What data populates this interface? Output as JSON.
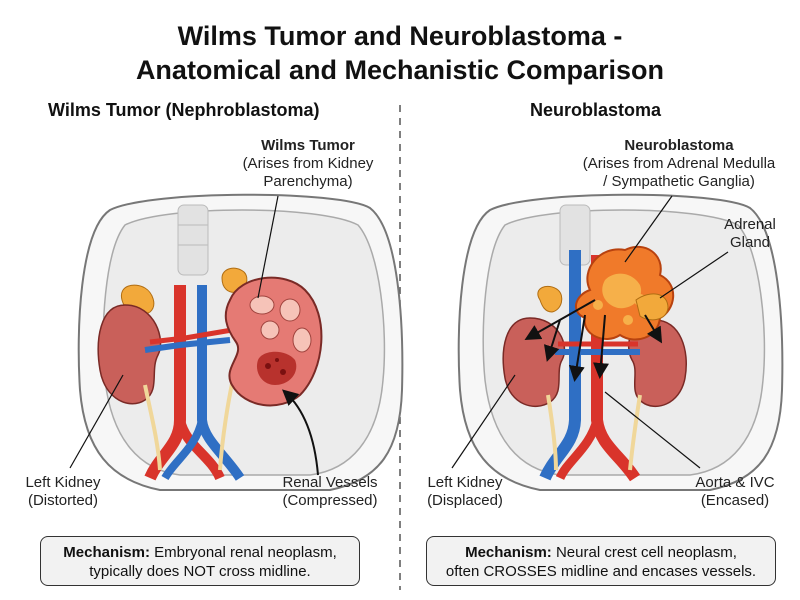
{
  "title_line1": "Wilms Tumor and Neuroblastoma -",
  "title_line2": "Anatomical and Mechanistic Comparison",
  "left": {
    "heading": "Wilms Tumor (Nephroblastoma)",
    "tumor_label": "Wilms Tumor",
    "tumor_origin_1": "(Arises from Kidney",
    "tumor_origin_2": "Parenchyma)",
    "kidney_label_1": "Left Kidney",
    "kidney_label_2": "(Distorted)",
    "vessels_label_1": "Renal Vessels",
    "vessels_label_2": "(Compressed)",
    "mechanism_label": "Mechanism:",
    "mechanism_text_1": "Embryonal renal neoplasm,",
    "mechanism_text_2": "typically does NOT cross midline."
  },
  "right": {
    "heading": "Neuroblastoma",
    "tumor_label": "Neuroblastoma",
    "tumor_origin_1": "(Arises from Adrenal Medulla",
    "tumor_origin_2": "/ Sympathetic Ganglia)",
    "adrenal_label_1": "Adrenal",
    "adrenal_label_2": "Gland",
    "kidney_label_1": "Left Kidney",
    "kidney_label_2": "(Displaced)",
    "vessels_label_1": "Aorta & IVC",
    "vessels_label_2": "(Encased)",
    "mechanism_label": "Mechanism:",
    "mechanism_text_1": "Neural crest cell neoplasm,",
    "mechanism_text_2": "often CROSSES midline and encases vessels."
  },
  "colors": {
    "kidney": "#c9605a",
    "artery": "#d9342b",
    "vein": "#2f6fc4",
    "adrenal": "#f2a93b",
    "tumor": "#f07a2a"
  }
}
